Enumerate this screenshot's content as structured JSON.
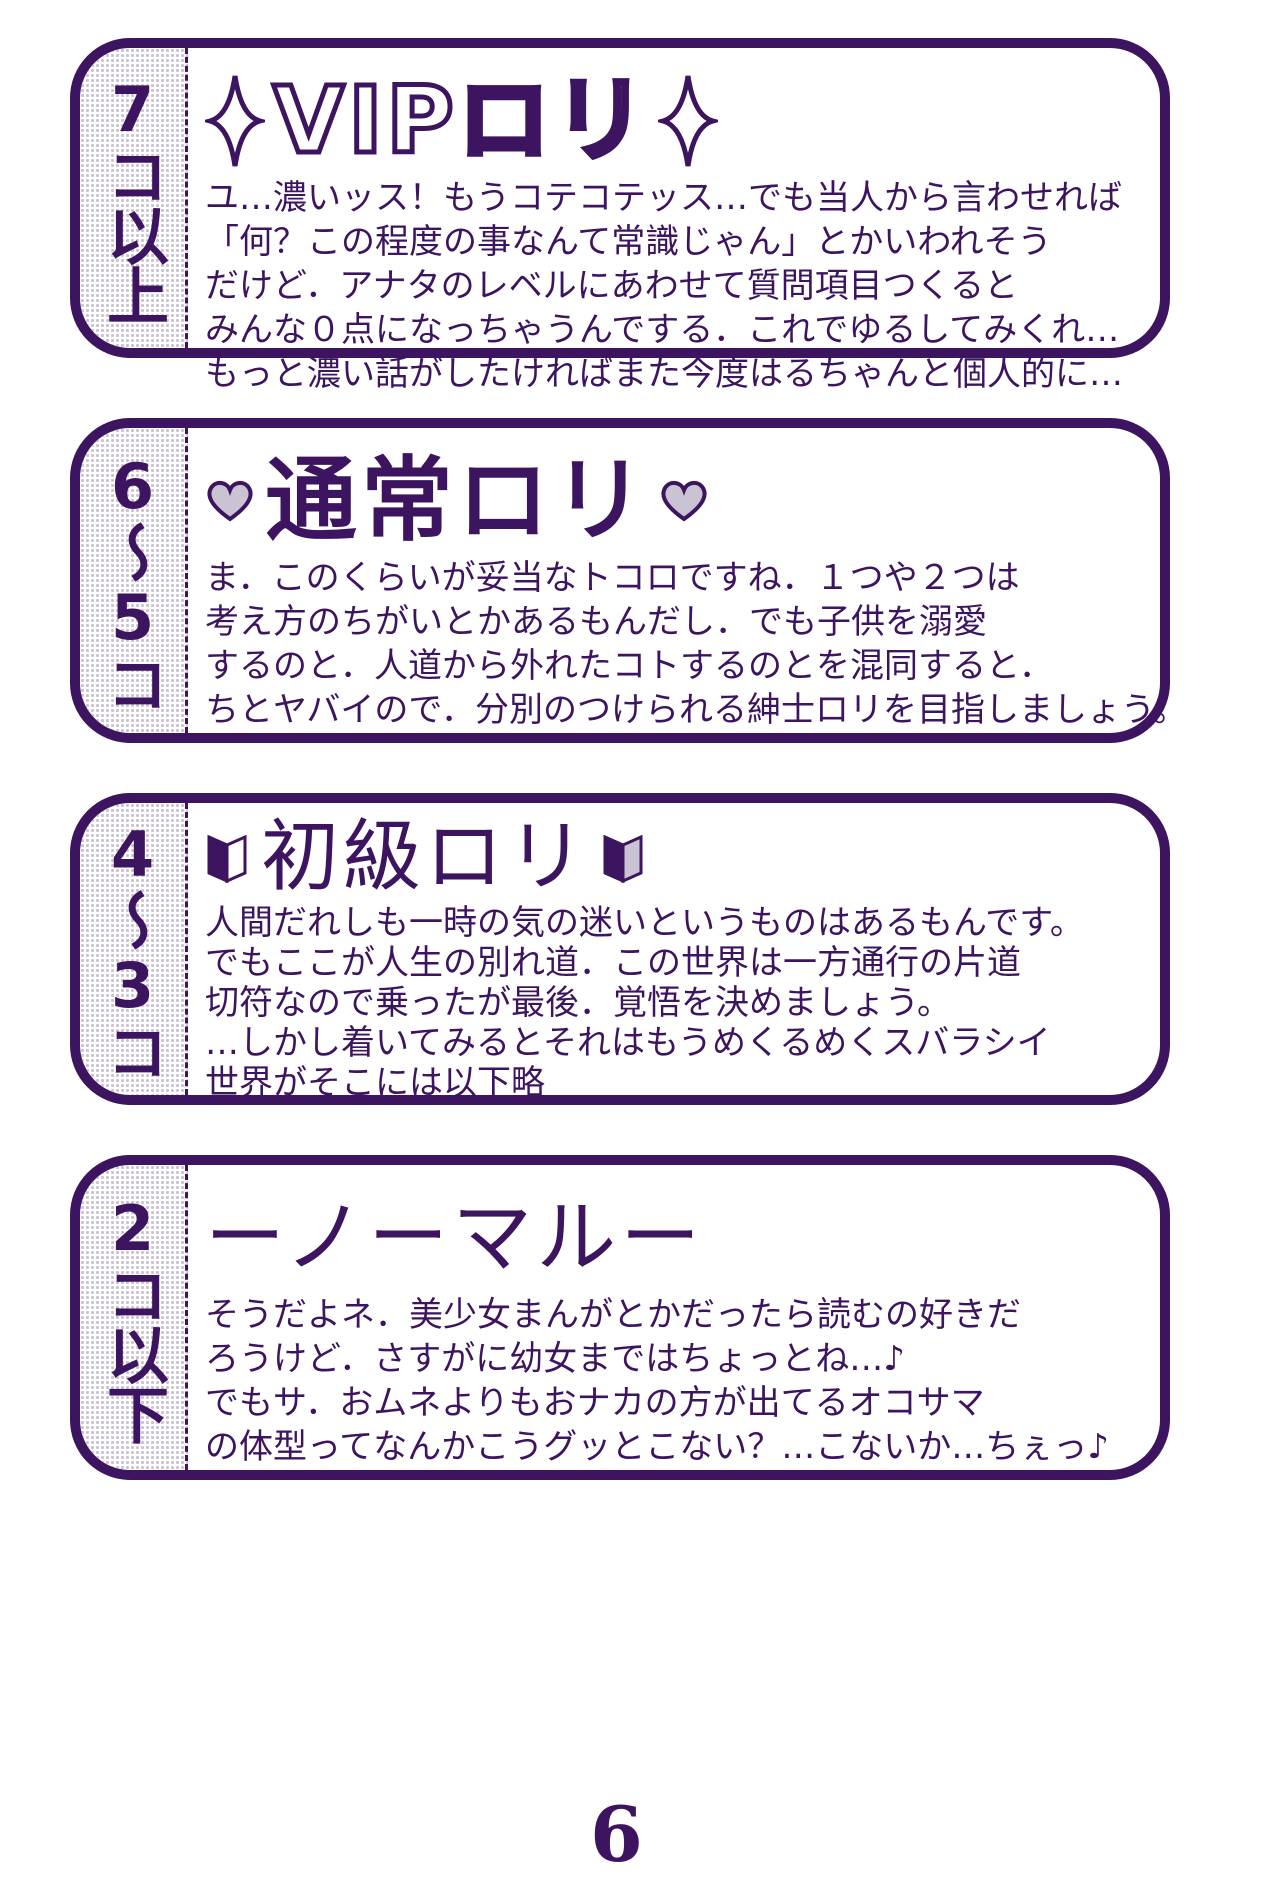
{
  "page_number": "6",
  "sections": [
    {
      "range": "7コ以上",
      "title": "VIPロリ",
      "lines": [
        "ユ…濃いッス！もうコテコテッス…でも当人から言わせれば",
        "「何？この程度の事なんて常識じゃん」とかいわれそう",
        "だけど．アナタのレベルにあわせて質問項目つくると",
        "みんな０点になっちゃうんでする．これでゆるしてみくれ…",
        "もっと濃い話がしたければまた今度はるちゃんと個人的に…"
      ]
    },
    {
      "range": "6〜5コ",
      "title": "通常ロリ",
      "lines": [
        "ま．このくらいが妥当なトコロですね．１つや２つは",
        "考え方のちがいとかあるもんだし．でも子供を溺愛",
        "するのと．人道から外れたコトするのとを混同すると．",
        "ちとヤバイので．分別のつけられる紳士ロリを目指しましょう。"
      ]
    },
    {
      "range": "4〜3コ",
      "title": "初級ロリ",
      "lines": [
        "人間だれしも一時の気の迷いというものはあるもんです。",
        "でもここが人生の別れ道．この世界は一方通行の片道",
        "切符なので乗ったが最後．覚悟を決めましょう。",
        "…しかし着いてみるとそれはもうめくるめくスバラシイ",
        "世界がそこには以下略"
      ]
    },
    {
      "range": "2コ以下",
      "title": "ーノーマルー",
      "lines": [
        "そうだよネ．美少女まんがとかだったら読むの好きだ",
        "ろうけど．さすがに幼女まではちょっとね…♪",
        "でもサ．おムネよりもおナカの方が出てるオコサマ",
        "の体型ってなんかこうグッとこない？…こないか…ちぇっ♪"
      ]
    }
  ],
  "ornaments": {
    "sparkle_icon": "sparkle-diamond",
    "heart_icon": "heart",
    "beginner_mark_icon": "beginner-mark"
  },
  "colors": {
    "ink": "#3d1460",
    "dots": "#c9c3d3"
  }
}
